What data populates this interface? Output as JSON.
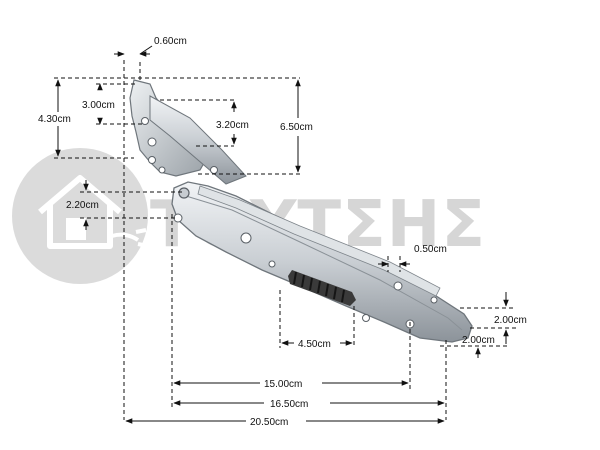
{
  "watermark": {
    "brand_text": "ΤΟΥΤΣΗΣ",
    "colors": {
      "watermark": "#d6d6d6",
      "logo_circle": "#cfcfcf"
    },
    "icon": "house-plug-logo"
  },
  "part": {
    "type": "oven door hinge",
    "colors": {
      "metal_light": "#e4e7ea",
      "metal_mid": "#b9bec3",
      "metal_dark": "#7f868c",
      "spring": "#2b2b2b"
    }
  },
  "dimensions": {
    "top_tab_width": "0.60cm",
    "upper_notch_height": "3.00cm",
    "left_height": "4.30cm",
    "inner_height": "3.20cm",
    "total_height": "6.50cm",
    "pivot_offset": "2.20cm",
    "slot_width": "0.50cm",
    "spring_slot_length": "4.50cm",
    "tip_upper_height": "2.00cm",
    "tip_lower_height": "2.00cm",
    "length_to_hole": "15.00cm",
    "length_arm": "16.50cm",
    "total_length": "20.50cm"
  }
}
